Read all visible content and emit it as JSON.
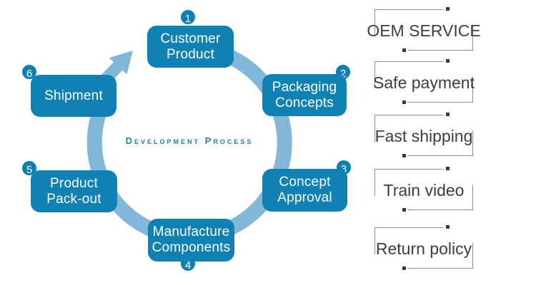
{
  "diagram": {
    "title": "Development Process",
    "steps": [
      {
        "number": "1",
        "line1": "Customer",
        "line2": "Product"
      },
      {
        "number": "2",
        "line1": "Packaging",
        "line2": "Concepts"
      },
      {
        "number": "3",
        "line1": "Concept",
        "line2": "Approval"
      },
      {
        "number": "4",
        "line1": "Manufacture",
        "line2": "Components"
      },
      {
        "number": "5",
        "line1": "Product",
        "line2": "Pack-out"
      },
      {
        "number": "6",
        "line1": "Shipment",
        "line2": ""
      }
    ],
    "colors": {
      "step_box": "#0f82b3",
      "badge": "#0d7fb0",
      "ring": "#82b7d9",
      "title_text": "#1f81a8"
    }
  },
  "features": {
    "items": [
      {
        "label": "OEM SERVICE"
      },
      {
        "label": "Safe payment"
      },
      {
        "label": "Fast shipping"
      },
      {
        "label": "Train video"
      },
      {
        "label": "Return policy"
      }
    ],
    "colors": {
      "text": "#3e3e3e",
      "frame_line": "#909090",
      "frame_dot": "#3a3a3a"
    }
  }
}
